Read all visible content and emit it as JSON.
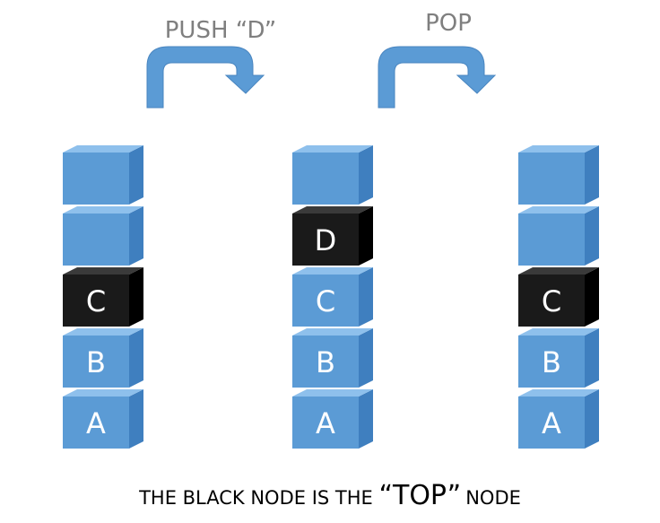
{
  "operations": [
    {
      "label": "PUSH “D”"
    },
    {
      "label": "POP"
    }
  ],
  "stacks": [
    {
      "blocks": [
        {
          "label": "A",
          "top": false
        },
        {
          "label": "B",
          "top": false
        },
        {
          "label": "C",
          "top": true
        },
        {
          "label": "",
          "top": false
        },
        {
          "label": "",
          "top": false
        }
      ]
    },
    {
      "blocks": [
        {
          "label": "A",
          "top": false
        },
        {
          "label": "B",
          "top": false
        },
        {
          "label": "C",
          "top": false
        },
        {
          "label": "D",
          "top": true
        },
        {
          "label": "",
          "top": false
        }
      ]
    },
    {
      "blocks": [
        {
          "label": "A",
          "top": false
        },
        {
          "label": "B",
          "top": false
        },
        {
          "label": "C",
          "top": true
        },
        {
          "label": "",
          "top": false
        },
        {
          "label": "",
          "top": false
        }
      ]
    }
  ],
  "caption": {
    "before": "THE BLACK NODE IS THE ",
    "highlight": "“TOP”",
    "after": " NODE"
  },
  "colors": {
    "block_front": "#5b9bd5",
    "block_front_light": "#6aa8df",
    "block_top": "#8ec0ec",
    "block_side": "#3f7fbf",
    "top_front": "#1a1a1a",
    "top_top": "#3a3a3a",
    "top_side": "#000000",
    "arrow": "#5b9bd5",
    "arrow_stroke": "#4a86c0"
  },
  "icons": {
    "arrow": "curved-arrow-icon"
  }
}
